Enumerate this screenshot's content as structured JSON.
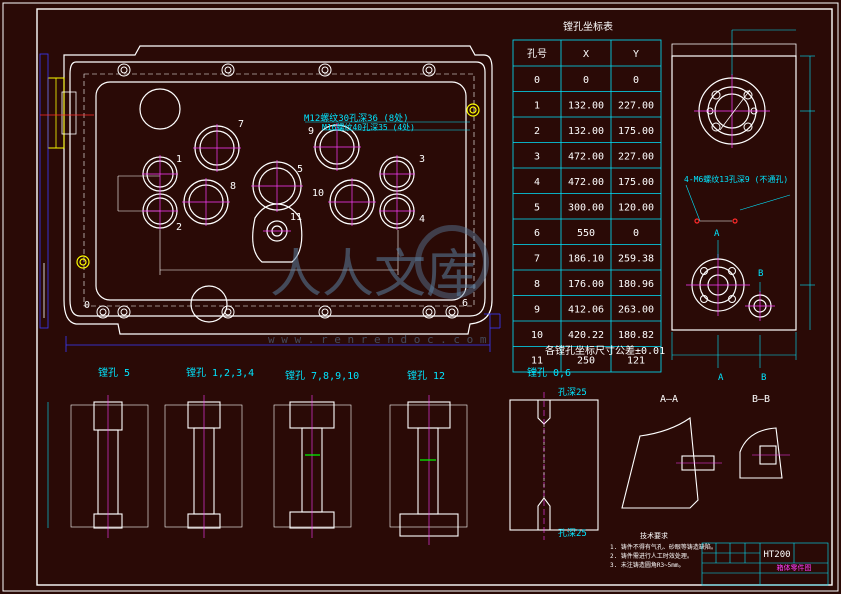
{
  "colors": {
    "background": "#2a0a06",
    "outline": "#ffffff",
    "dimension": "#00e5ff",
    "centerline": "#ff3cff",
    "blue": "#3a3aff",
    "yellow": "#ffff00",
    "green": "#00ff00",
    "red": "#ff2a2a"
  },
  "table": {
    "title": "镗孔坐标表",
    "headers": [
      "孔号",
      "X",
      "Y"
    ],
    "rows": [
      [
        "0",
        "0",
        "0"
      ],
      [
        "1",
        "132.00",
        "227.00"
      ],
      [
        "2",
        "132.00",
        "175.00"
      ],
      [
        "3",
        "472.00",
        "227.00"
      ],
      [
        "4",
        "472.00",
        "175.00"
      ],
      [
        "5",
        "300.00",
        "120.00"
      ],
      [
        "6",
        "550",
        "0"
      ],
      [
        "7",
        "186.10",
        "259.38"
      ],
      [
        "8",
        "176.00",
        "180.96"
      ],
      [
        "9",
        "412.06",
        "263.00"
      ],
      [
        "10",
        "420.22",
        "180.82"
      ],
      [
        "11",
        "250",
        "121"
      ]
    ],
    "note": "各镗孔坐标尺寸公差±0.01"
  },
  "plan": {
    "hole_labels": [
      "0",
      "1",
      "2",
      "3",
      "4",
      "5",
      "6",
      "7",
      "8",
      "9",
      "10",
      "11"
    ],
    "thread_note_1": "M12螺纹30孔深36 (8处)",
    "thread_note_2": "M16螺纹40孔深35 (4处)"
  },
  "side": {
    "thread_note": "4-M6螺纹13孔深9 (不通孔)",
    "label_a": "A",
    "label_b": "B"
  },
  "sections": {
    "hole5": "镗孔 5",
    "hole1234": "镗孔 1,2,3,4",
    "hole78910": "镗孔 7,8,9,10",
    "hole12": "镗孔 12",
    "hole06": "镗孔 0,6",
    "depth_top": "孔深25",
    "depth_bottom": "孔深25",
    "aa": "A—A",
    "bb": "B—B"
  },
  "notes": {
    "title": "技术要求",
    "items": [
      "1. 铸件不得有气孔、砂眼等铸造缺陷。",
      "2. 铸件需进行人工时效处理。",
      "3. 未注铸造圆角R3~5mm。"
    ]
  },
  "title_block": {
    "material": "HT200",
    "part_name": "箱体零件图"
  },
  "watermark": {
    "text": "人人文库",
    "url": "w w w . r e n r e n d o c . c o m"
  }
}
